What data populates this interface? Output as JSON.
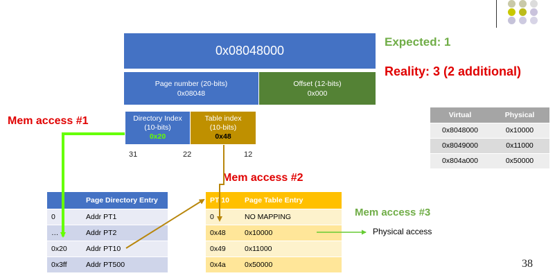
{
  "address": "0x08048000",
  "page_number": {
    "label": "Page number (20-bits)",
    "value": "0x08048"
  },
  "offset": {
    "label": "Offset (12-bits)",
    "value": "0x000"
  },
  "directory_index": {
    "label1": "Directory Index",
    "label2": "(10-bits)",
    "value": "0x20"
  },
  "table_index": {
    "label1": "Table index",
    "label2": "(10-bits)",
    "value": "0x48"
  },
  "bit_positions": [
    "31",
    "22",
    "12"
  ],
  "expected": "Expected: 1",
  "reality": "Reality: 3 (2 additional)",
  "mem_access_1": "Mem access #1",
  "mem_access_2": "Mem access #2",
  "mem_access_3": "Mem access #3",
  "physical_access": "Physical access",
  "page_directory": {
    "headers": [
      "",
      "Page Directory Entry"
    ],
    "rows": [
      [
        "0",
        "Addr PT1"
      ],
      [
        "…",
        "Addr PT2"
      ],
      [
        "0x20",
        "Addr PT10"
      ],
      [
        "0x3ff",
        "Addr PT500"
      ]
    ]
  },
  "page_table": {
    "headers": [
      "PT 10",
      "Page Table Entry"
    ],
    "rows": [
      [
        "0",
        "NO MAPPING"
      ],
      [
        "0x48",
        "0x10000"
      ],
      [
        "0x49",
        "0x11000"
      ],
      [
        "0x4a",
        "0x50000"
      ]
    ]
  },
  "mapping_table": {
    "headers": [
      "Virtual",
      "Physical"
    ],
    "rows": [
      [
        "0x8048000",
        "0x10000"
      ],
      [
        "0x8049000",
        "0x11000"
      ],
      [
        "0x804a000",
        "0x50000"
      ]
    ]
  },
  "slide_number": "38",
  "colors": {
    "blue": "#4472c4",
    "green_box": "#548235",
    "olive": "#bf9000",
    "red": "#e00000",
    "green_text": "#70ad47",
    "arrow_green": "#66ff00",
    "arrow_gold": "#b8860b"
  }
}
